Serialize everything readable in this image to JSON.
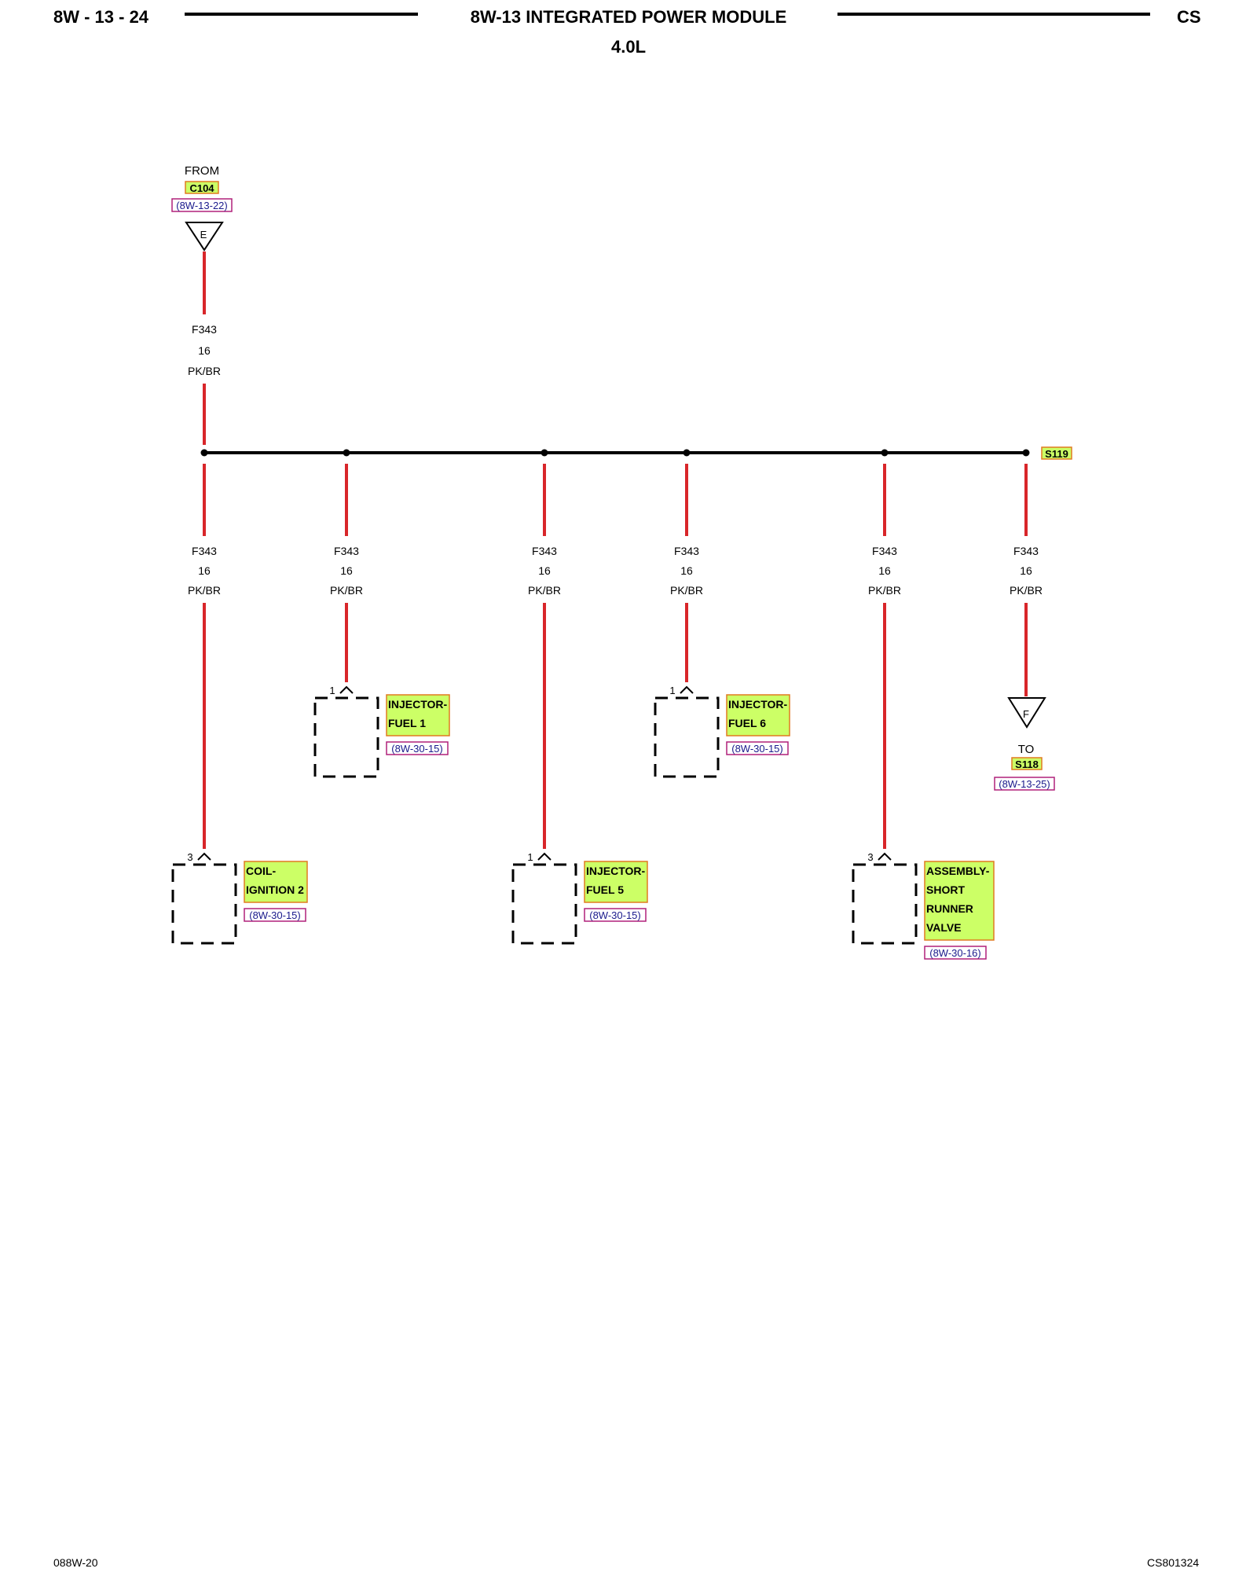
{
  "header": {
    "page_ref": "8W - 13 - 24",
    "title": "8W-13 INTEGRATED POWER MODULE",
    "subtitle": "4.0L",
    "model": "CS"
  },
  "footer": {
    "left": "088W-20",
    "right": "CS801324"
  },
  "colors": {
    "wire": "#d8262a",
    "bus": "#000000",
    "label_fill": "#ccff66",
    "label_border": "#e07a20",
    "ref_border": "#b0207a",
    "ref_text": "#1a1a8c"
  },
  "source_connector": {
    "direction": "FROM",
    "connector": "C104",
    "ref": "(8W-13-22)",
    "letter": "E"
  },
  "feed_wire": {
    "circuit": "F343",
    "gauge": "16",
    "color": "PK/BR"
  },
  "splice": {
    "id": "S119"
  },
  "branches": [
    {
      "circuit": "F343",
      "gauge": "16",
      "color": "PK/BR",
      "pin": "3",
      "label_lines": [
        "COIL-",
        "IGNITION 2"
      ],
      "ref": "(8W-30-15)"
    },
    {
      "circuit": "F343",
      "gauge": "16",
      "color": "PK/BR",
      "pin": "1",
      "label_lines": [
        "INJECTOR-",
        "FUEL 1"
      ],
      "ref": "(8W-30-15)"
    },
    {
      "circuit": "F343",
      "gauge": "16",
      "color": "PK/BR",
      "pin": "1",
      "label_lines": [
        "INJECTOR-",
        "FUEL 5"
      ],
      "ref": "(8W-30-15)"
    },
    {
      "circuit": "F343",
      "gauge": "16",
      "color": "PK/BR",
      "pin": "1",
      "label_lines": [
        "INJECTOR-",
        "FUEL 6"
      ],
      "ref": "(8W-30-15)"
    },
    {
      "circuit": "F343",
      "gauge": "16",
      "color": "PK/BR",
      "pin": "3",
      "label_lines": [
        "ASSEMBLY-",
        "SHORT",
        "RUNNER",
        "VALVE"
      ],
      "ref": "(8W-30-16)"
    },
    {
      "circuit": "F343",
      "gauge": "16",
      "color": "PK/BR"
    }
  ],
  "dest_connector": {
    "direction": "TO",
    "connector": "S118",
    "ref": "(8W-13-25)",
    "letter": "F"
  }
}
